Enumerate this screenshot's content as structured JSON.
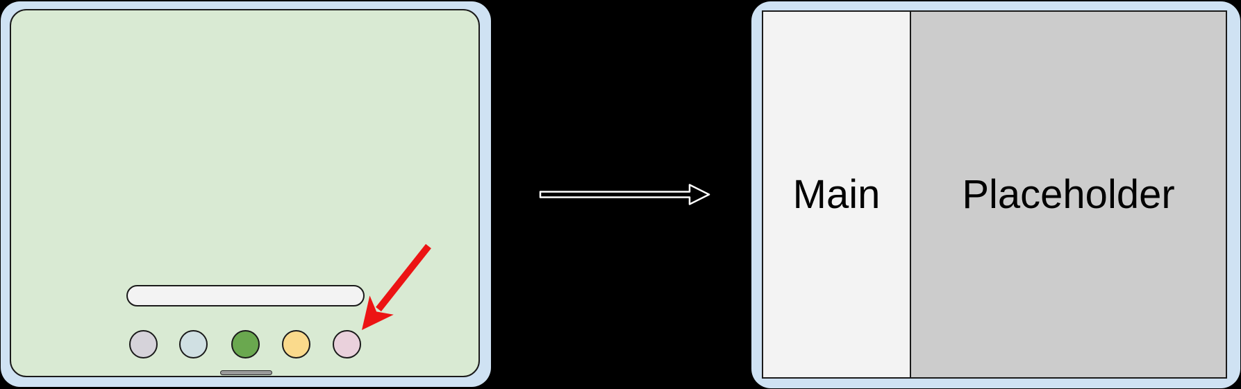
{
  "figure": {
    "background_color": "#000000"
  },
  "left_device": {
    "bezel_color": "#cfe2f3",
    "screen_color": "#d9ead3",
    "search_bar": {
      "color": "#f3f3f3"
    },
    "dock": {
      "icons": [
        {
          "name": "dock-app-icon-1",
          "color": "#d6d3da"
        },
        {
          "name": "dock-app-icon-2",
          "color": "#d0e0e3"
        },
        {
          "name": "dock-app-icon-3",
          "color": "#6aa84f"
        },
        {
          "name": "dock-app-icon-4",
          "color": "#fada8c"
        },
        {
          "name": "dock-app-icon-5",
          "color": "#ead1dc"
        }
      ]
    },
    "home_indicator_color": "#9a9a9a",
    "annotation_arrow": {
      "name": "red-click-arrow-icon",
      "color": "#ec1414",
      "points_to": "dock-app-icon-5"
    }
  },
  "transition_arrow": {
    "name": "transition-arrow-icon",
    "fill": "#000000",
    "stroke": "#ffffff"
  },
  "right_device": {
    "bezel_color": "#cfe2f3",
    "panels": [
      {
        "label": "Main",
        "background": "#f3f3f3"
      },
      {
        "label": "Placeholder",
        "background": "#cccccc"
      }
    ]
  }
}
